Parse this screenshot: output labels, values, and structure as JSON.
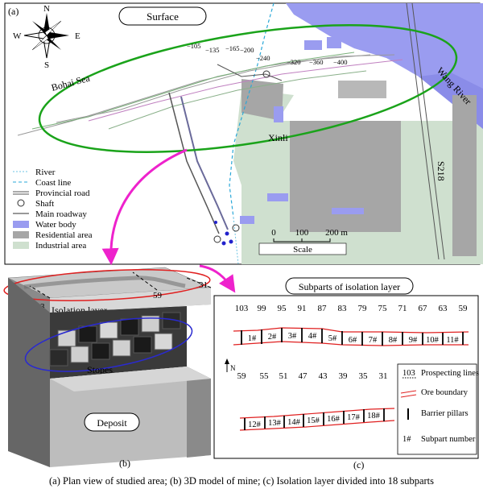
{
  "panel_a": {
    "tag": "(a)",
    "compass": {
      "n": "N",
      "e": "E",
      "s": "S",
      "w": "W"
    },
    "surface_label": "Surface",
    "sea_label": "Bohai Sea",
    "river_label": "Wang River",
    "town_label": "Xinli",
    "road_label": "S218",
    "depth_labels": [
      "−105",
      "−135",
      "−165",
      "−200",
      "−240",
      "−320",
      "−360",
      "−400"
    ],
    "legend": [
      {
        "label": "River",
        "kind": "river"
      },
      {
        "label": "Coast line",
        "kind": "coast"
      },
      {
        "label": "Provincial road",
        "kind": "road"
      },
      {
        "label": "Shaft",
        "kind": "shaft"
      },
      {
        "label": "Main roadway",
        "kind": "roadway"
      },
      {
        "label": "Water body",
        "kind": "water"
      },
      {
        "label": "Residential area",
        "kind": "residential"
      },
      {
        "label": "Industrial area",
        "kind": "industrial"
      }
    ],
    "scale": {
      "ticks": [
        "0",
        "100",
        "200 m"
      ],
      "label": "Scale"
    },
    "colors": {
      "water": "#9a9cf0",
      "residential": "#a6a6a6",
      "industrial": "#cfe0cf",
      "ellipse": "#1aa31a",
      "arrow": "#ee22cc"
    }
  },
  "panel_b": {
    "tag": "(b)",
    "isolation_label": "Isolation layer",
    "stopes_label": "Stopes",
    "deposit_label": "Deposit",
    "line_labels": [
      "103",
      "59",
      "31"
    ]
  },
  "panel_c": {
    "tag": "(c)",
    "title": "Subparts of isolation layer",
    "north": "N",
    "row1_numbers": [
      "103",
      "99",
      "95",
      "91",
      "87",
      "83",
      "79",
      "75",
      "71",
      "67",
      "63",
      "59"
    ],
    "row1_subparts": [
      "1#",
      "2#",
      "3#",
      "4#",
      "5#",
      "6#",
      "7#",
      "8#",
      "9#",
      "10#",
      "11#"
    ],
    "row2_numbers": [
      "59",
      "55",
      "51",
      "47",
      "43",
      "39",
      "35",
      "31"
    ],
    "row2_subparts": [
      "12#",
      "13#",
      "14#",
      "15#",
      "16#",
      "17#",
      "18#"
    ],
    "legend": [
      {
        "sample": "103",
        "text": "Prospecting lines"
      },
      {
        "sample": "",
        "text": "Ore boundary"
      },
      {
        "sample": "",
        "text": "Barrier pillars"
      },
      {
        "sample": "1#",
        "text": "Subpart number"
      }
    ]
  },
  "caption": "(a) Plan view of studied area; (b) 3D model of mine; (c) Isolation layer  divided into 18 subparts"
}
